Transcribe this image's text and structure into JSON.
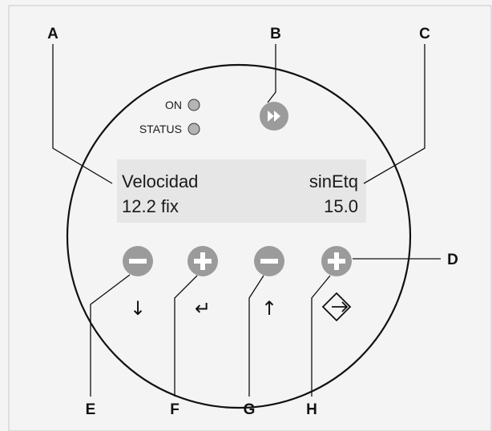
{
  "callouts": {
    "a": "A",
    "b": "B",
    "c": "C",
    "d": "D",
    "e": "E",
    "f": "F",
    "g": "G",
    "h": "H"
  },
  "indicators": {
    "on_label": "ON",
    "status_label": "STATUS"
  },
  "display": {
    "line1_left": "Velocidad",
    "line1_right": "sinEtq",
    "line2_left": "12.2 fix",
    "line2_right": "15.0"
  },
  "keys": {
    "key1_symbol": "↓",
    "key2_symbol": "↵",
    "key3_symbol": "↑"
  },
  "colors": {
    "panel_border": "#111111",
    "display_bg": "#e6e6e6",
    "button_fill": "#9b9b9b",
    "led_fill": "#b5b5b5",
    "background": "#f4f4f4"
  }
}
